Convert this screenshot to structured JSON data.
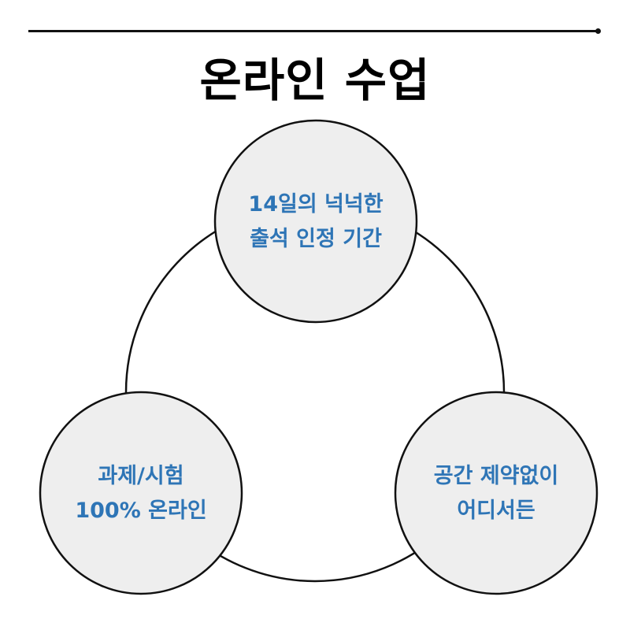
{
  "title": "온라인 수업",
  "colors": {
    "rule": "#111111",
    "circle_fill": "#eeeeee",
    "circle_stroke": "#111111",
    "label_text": "#2e75b6",
    "title_text": "#000000"
  },
  "nodes": {
    "top": {
      "line1": "14일의 넉넉한",
      "line2": "출석 인정 기간"
    },
    "left": {
      "line1": "과제/시험",
      "line2": "100% 온라인"
    },
    "right": {
      "line1": "공간 제약없이",
      "line2": "어디서든"
    }
  }
}
